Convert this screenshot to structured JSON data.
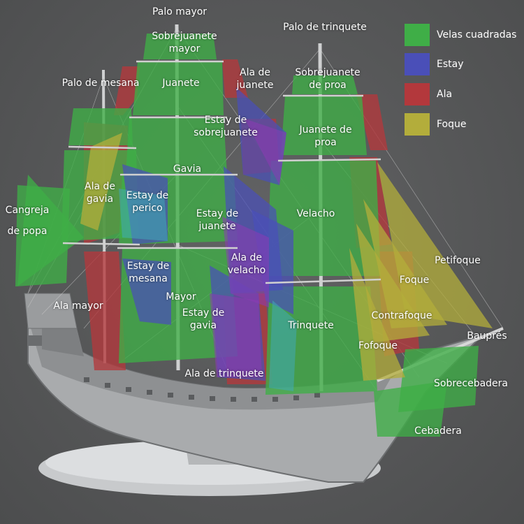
{
  "legend": [
    {
      "key": "square",
      "label": "Velas cuadradas",
      "color": "#3fae47"
    },
    {
      "key": "staysail",
      "label": "Estay",
      "color": "#4a4fb8"
    },
    {
      "key": "wing",
      "label": "Ala",
      "color": "#b3383c"
    },
    {
      "key": "jib",
      "label": "Foque",
      "color": "#b3ad3b"
    }
  ],
  "labels": {
    "palo_mayor": "Palo mayor",
    "sobrejuanete_mayor": "Sobrejuanete mayor",
    "palo_de_trinquete": "Palo de trinquete",
    "palo_de_mesana": "Palo de mesana",
    "juanete": "Juanete",
    "ala_de_juanete": "Ala de juanete",
    "sobrejuanete_de_proa": "Sobrejuanete de proa",
    "estay_de_sobrejuanete": "Estay de sobrejuanete",
    "juanete_de_proa": "Juanete de proa",
    "gavia": "Gavia",
    "ala_de_gavia": "Ala de gavia",
    "estay_de_perico": "Estay de perico",
    "cangreja_de_popa": "Cangreja de popa",
    "estay_de_juanete": "Estay de juanete",
    "velacho": "Velacho",
    "ala_de_velacho": "Ala de velacho",
    "estay_de_mesana": "Estay de mesana",
    "petifoque": "Petifoque",
    "foque": "Foque",
    "ala_mayor": "Ala mayor",
    "mayor": "Mayor",
    "estay_de_gavia": "Estay de gavia",
    "contrafoque": "Contrafoque",
    "trinquete": "Trinquete",
    "bauprés": "Bauprés",
    "fofoque": "Fofoque",
    "ala_de_trinquete": "Ala de trinquete",
    "sobrecebadera": "Sobrecebadera",
    "cebadera": "Cebadera"
  }
}
